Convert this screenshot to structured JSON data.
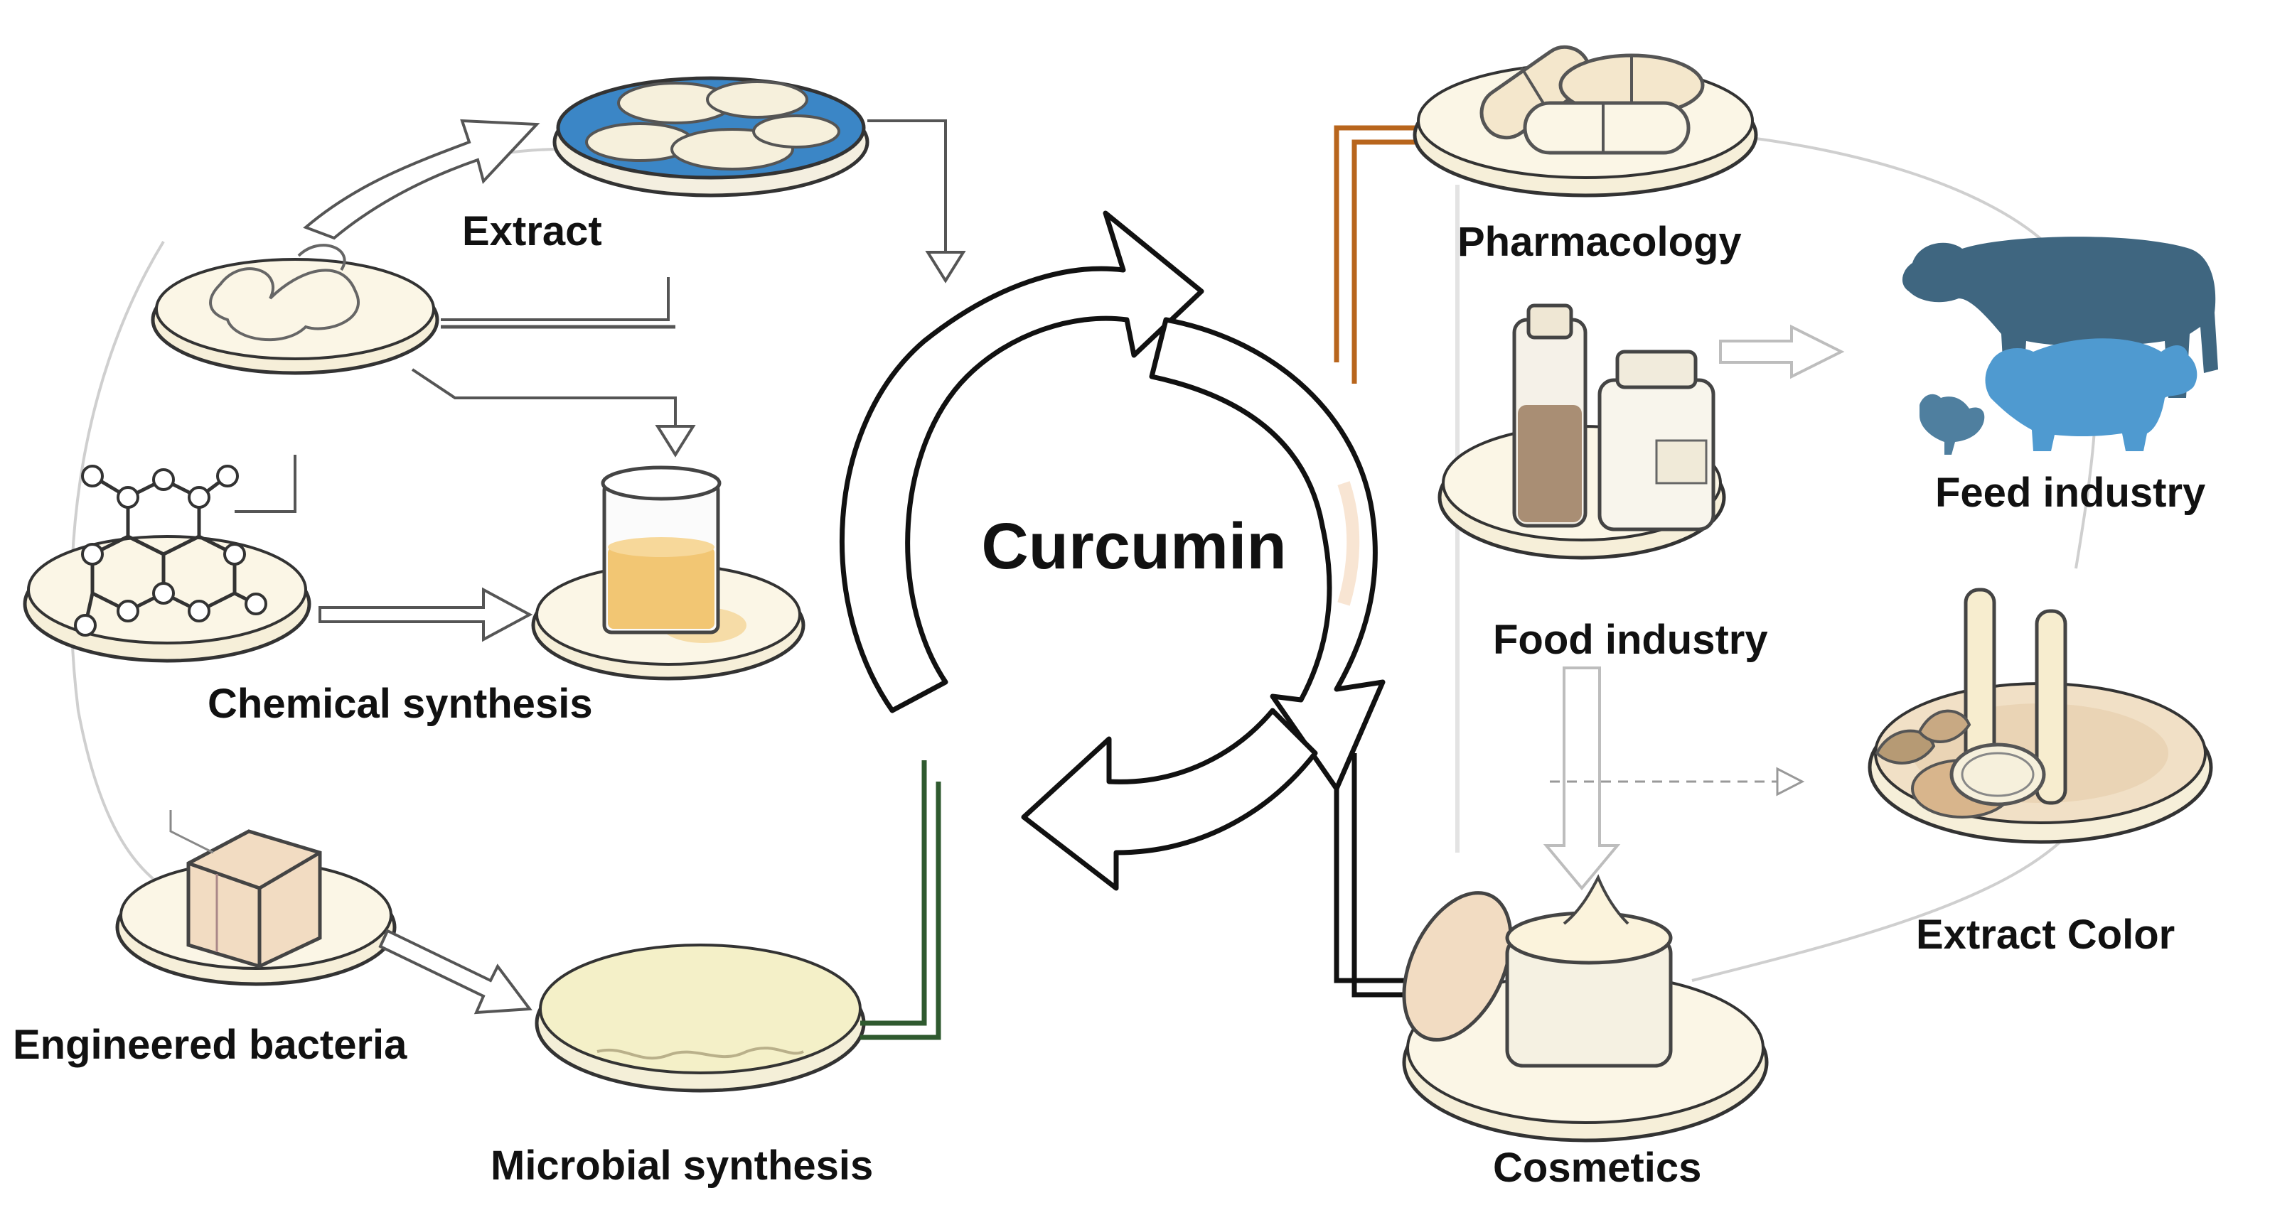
{
  "center": {
    "label": "Curcumin"
  },
  "sources": {
    "extract": "Extract",
    "chemical_synthesis": "Chemical synthesis",
    "engineered_bacteria": "Engineered bacteria",
    "microbial_synthesis": "Microbial synthesis"
  },
  "applications": {
    "pharmacology": "Pharmacology",
    "food_industry": "Food industry",
    "feed_industry": "Feed industry",
    "extract_color": "Extract Color",
    "cosmetics": "Cosmetics"
  },
  "colors": {
    "pharmacology_link": "#b8651c",
    "microbial_link": "#2f5a2f",
    "cosmetics_link": "#111111",
    "petri_blue": "#3b86c6",
    "animal_dark": "#3f6680",
    "animal_light": "#4f9ad0",
    "liquid": "#f2c673",
    "cream": "#fbf3dc"
  }
}
